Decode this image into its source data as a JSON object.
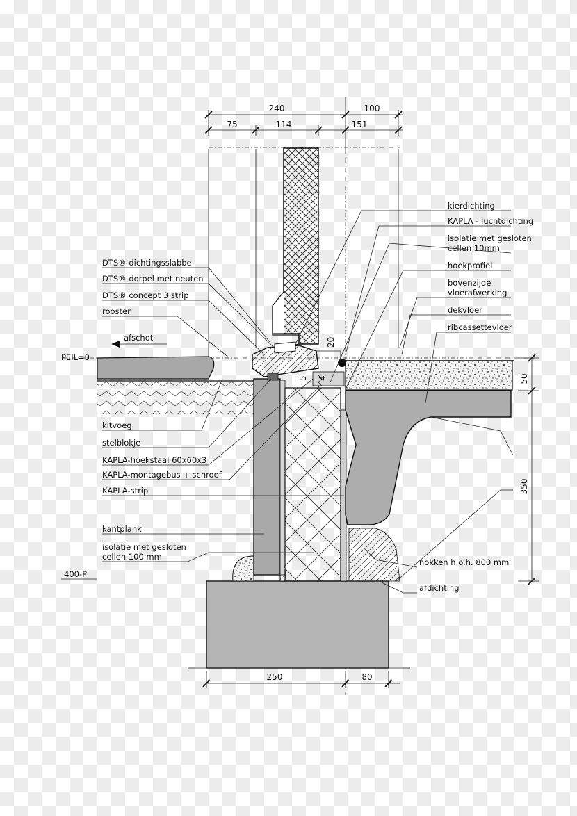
{
  "dimensions": {
    "top_total_left": "240",
    "top_total_right": "100",
    "top_seg_1": "75",
    "top_seg_2": "114",
    "top_seg_3": "151",
    "bottom_left": "250",
    "bottom_right": "80",
    "right_upper": "50",
    "right_lower": "350",
    "small_20": "20",
    "small_4": "4",
    "small_5": "5"
  },
  "labels": {
    "kierdichting": "kierdichting",
    "kapla_luchtdichting": "KAPLA - luchtdichting",
    "isolatie_top_1": "isolatie met gesloten",
    "isolatie_top_2": "cellen 10mm",
    "hoekprofiel": "hoekprofiel",
    "bovenzijde_1": "bovenzijde",
    "bovenzijde_2": "vloerafwerking",
    "dekvloer": "dekvloer",
    "ribcassettevloer": "ribcassettevloer",
    "dts_slabbe": "DTS® dichtingsslabbe",
    "dts_dorpel": "DTS® dorpel met neuten",
    "dts_concept": "DTS® concept 3 strip",
    "rooster": "rooster",
    "afschot": "afschot",
    "peil": "PEIL=0",
    "kitvoeg": "kitvoeg",
    "stelblokje": "stelblokje",
    "kapla_hoekstaal": "KAPLA-hoekstaal 60x60x3",
    "kapla_montagebus": "KAPLA-montagebus + schroef",
    "kapla_strip": "KAPLA-strip",
    "kantplank": "kantplank",
    "isolatie_bottom_1": "isolatie met gesloten",
    "isolatie_bottom_2": "cellen 100 mm",
    "nokken": "nokken h.o.h. 800 mm",
    "afdichting": "afdichting",
    "code": "400-P"
  }
}
